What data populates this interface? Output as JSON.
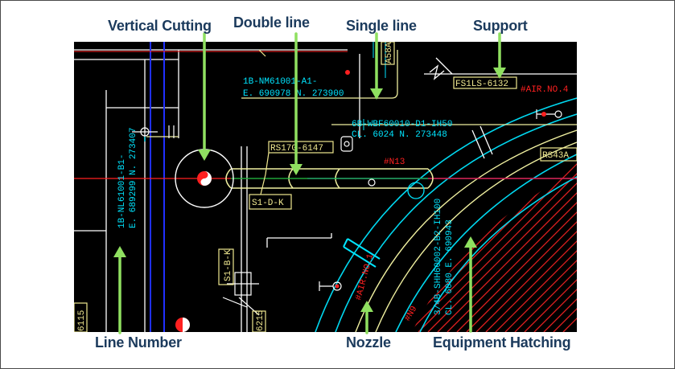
{
  "callouts": {
    "vertical_cutting": "Vertical Cutting",
    "double_line": "Double line",
    "single_line": "Single line",
    "support": "Support",
    "line_number": "Line Number",
    "nozzle": "Nozzle",
    "equipment_hatching": "Equipment Hatching"
  },
  "cad_labels": {
    "line_1b_nm": "1B-NM61001-A1-",
    "coord_1b_nm": "E. 690978 N. 273900",
    "line_6b": "6B-WBF60010-D1-IH50",
    "coord_6b": "CL. 6024 N. 273448",
    "fs1ls": "FS1LS-6132",
    "air_no4": "#AIR.NO.4",
    "rs17": "RS17G-6147",
    "s1dk": "S1-D-K",
    "n13": "#N13",
    "rs43a": "RS43A",
    "line_1b_nl": "1B-NL61001-B1-",
    "coord_1b_nl": "E. 689299 N. 273407",
    "line_34b": "3/4B-SHH60002-B2-IH100",
    "coord_34b": "CL. 6080 E. 690943",
    "s1bk": "S1-B-K",
    "air_no1": "#AIR.NO.1",
    "n9": "#N9",
    "tag_6115": "6115",
    "tag_6215": "6215",
    "tag_a58": "A58A"
  },
  "colors": {
    "callout_text": "#1b3a5c",
    "arrow": "#8fe060",
    "cyan": "#00e5ff",
    "red": "#ff2020",
    "yellow": "#ffff80",
    "white": "#ffffff",
    "green": "#00c040",
    "blue": "#2040ff"
  }
}
